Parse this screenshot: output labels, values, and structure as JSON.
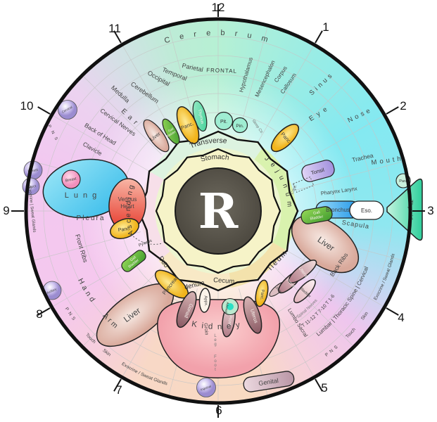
{
  "palette": {
    "pupil": "#55524a",
    "stomach_ring": "#f6f3c8",
    "collarette_band": "#edf5d0",
    "mint_zone": "#b6f0d4",
    "cyan_zone": "#84e9f1",
    "pink_zone": "#f5c8ee",
    "peach_zone": "#f8dac2",
    "yellow_organ": "#f1b41c",
    "green_organ": "#3f9b2e",
    "red_heart": "#e63a2c",
    "cyan_lung": "#31b9e9"
  },
  "clock": {
    "h12": "12",
    "h1": "1",
    "h2": "2",
    "h3": "3",
    "h4": "4",
    "h5": "5",
    "h6": "6",
    "h7": "7",
    "h8": "8",
    "h9": "9",
    "h10": "10",
    "h11": "11"
  },
  "center": {
    "letter": "R"
  },
  "ring": {
    "stomach": "Stomach",
    "transverse": "Transverse",
    "jejunum": "Jejunum",
    "ileum": "Ileum",
    "cecum": "Cecum",
    "duo": "Duo",
    "denum": "denum",
    "ascending": "Ascending",
    "cardia": "Card."
  },
  "brain": {
    "cerebrum": "Cerebrum",
    "medulla": "Medulla",
    "cerebellum": "Cerebellum",
    "occipital": "Occipital",
    "temporal": "Temporal",
    "parietal": "Parietal",
    "frontal": "FRONTAL",
    "hypothalamus": "Hypothalamus",
    "mesencephalon": "Mesencephalon",
    "corpus": "Corpus",
    "callosum": "Callosum",
    "sleep_ctr": "Sleep Ctr.",
    "pit": "Pit.",
    "pin": "Pin."
  },
  "head": {
    "ear": "Ear",
    "cervical_nerves": "Cervical Nerves",
    "back_of_head": "Back of Head",
    "clavicle": "Clavicle",
    "sinus": "Sinus",
    "eye": "Eye",
    "nose": "Nose",
    "mouth": "Mouth",
    "trachea": "Trachea",
    "pharynx_larynx": "Pharynx  Larynx",
    "tonsil": "Tonsil",
    "thyroid": "Thyroid",
    "para": "Para",
    "eso": "Eso.",
    "bronchus": "Bronchus",
    "scapula": "Scapula"
  },
  "organ": {
    "lung": "Lung",
    "pleura": "Pleura",
    "breast": "Breast",
    "t_duct": "T Duct",
    "venous": "Venous",
    "heart": "Heart",
    "liver": "Liver",
    "gall": "Gall",
    "bladder": "Bladder",
    "panc": "Panc.",
    "pancreas": "Pancreas",
    "thymus": "Thymus",
    "pylorus": "Pylorus",
    "appx": "Appx.",
    "gonad": "Gonad",
    "adrenal": "Adrenal",
    "prost": "Prost.",
    "uterus": "Uterus",
    "ureter": "Ureter",
    "kidney": "Kidney",
    "groin": "Groin",
    "genital": "Genital",
    "leg": "Leg",
    "foot": "Foot",
    "axillary": "Axillary",
    "inguinal": "Inguinal",
    "cervical_lymph": "Cervical"
  },
  "body": {
    "front_ribs": "Front Ribs",
    "back_ribs": "Back Ribs",
    "hand": "Hand",
    "arm": "Arm",
    "spine": "Lumbar  |  Thoracic Spine  |  Cervical",
    "t_nerves": "T 11-12   T 7-10   T 1-6",
    "spinal_nerves": "Spinal Nerves",
    "lumbo_sacral": "Lumbo Sacral",
    "pns": "P N S",
    "touch": "Touch",
    "skin": "Skin",
    "exocrine": "Exocrine / Sweat Glands",
    "exocrine_bar": "Exocrine | Sweat Glands"
  }
}
